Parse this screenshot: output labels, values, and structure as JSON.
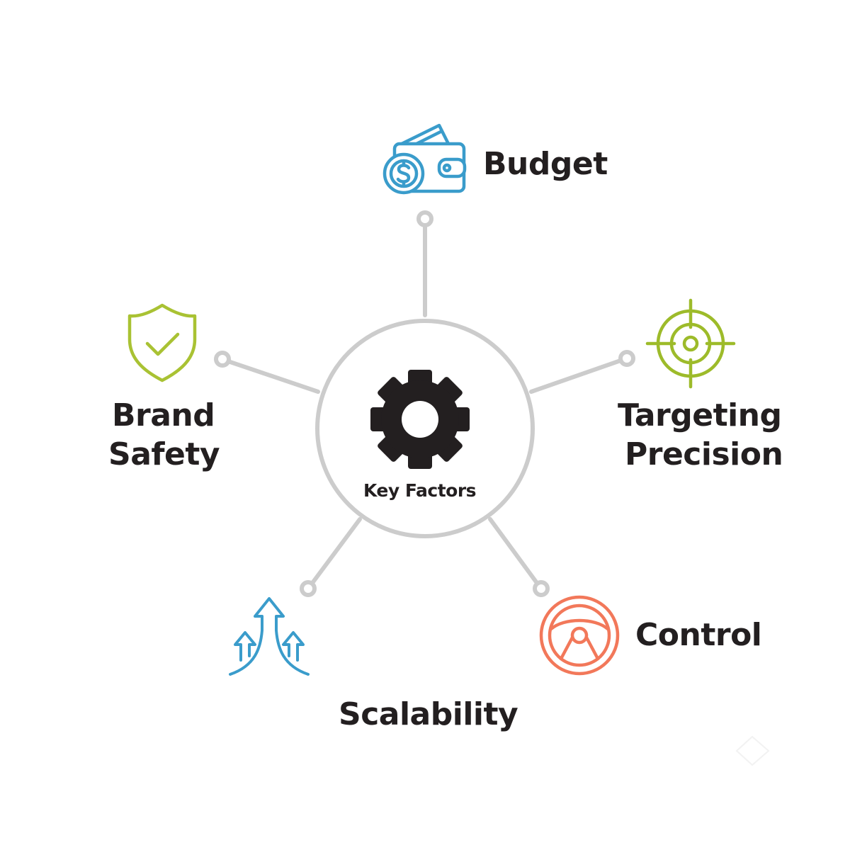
{
  "center": {
    "label": "Key Factors"
  },
  "factors": {
    "budget": {
      "label": "Budget",
      "icon": "wallet-dollar-icon",
      "color": "#3a9ccb"
    },
    "targeting": {
      "line1": "Targeting",
      "line2": "Precision",
      "icon": "crosshair-target-icon",
      "color": "#9dbb2a"
    },
    "control": {
      "label": "Control",
      "icon": "steering-wheel-icon",
      "color": "#f2785a"
    },
    "scalability": {
      "label": "Scalability",
      "icon": "arrows-up-icon",
      "color": "#3a9ccb"
    },
    "brand_safety": {
      "line1": "Brand",
      "line2": "Safety",
      "icon": "shield-check-icon",
      "color": "#a9c233"
    }
  },
  "colors": {
    "connector": "#cccccc",
    "text": "#231f20",
    "gear": "#231f20"
  }
}
